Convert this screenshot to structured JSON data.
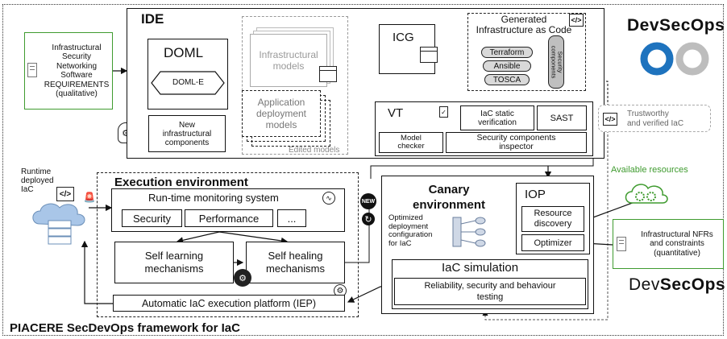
{
  "framework_title": "PIACERE SecDevOps framework for IaC",
  "brand_top": {
    "dev": "Dev",
    "sec": "Sec",
    "ops": "Ops"
  },
  "brand_bottom": {
    "dev": "Dev",
    "sec": "Sec",
    "ops": "Ops"
  },
  "requirements_note": "Infrastructural\nSecurity\nNetworking\nSoftware\nREQUIREMENTS\n(qualitative)",
  "ide": {
    "title": "IDE",
    "doml_title": "DOML",
    "doml_e": "DOML-E",
    "new_components": "New\ninfrastructural\ncomponents",
    "infra_models": "Infrastructural\nmodels",
    "app_models": "Application\ndeployment\nmodels",
    "edited_models": "Edited models",
    "icg": "ICG",
    "generated_title": "Generated\nInfrastructure as Code",
    "terraform": "Terraform",
    "ansible": "Ansible",
    "tosca": "TOSCA",
    "security_components": "Security\ncomponents",
    "vt_title": "VT",
    "iac_static": "IaC static\nverification",
    "sast": "SAST",
    "model_checker": "Model\nchecker",
    "security_inspector": "Security components\ninspector"
  },
  "trustworthy": "Trustworthy\nand verified IaC",
  "runtime_iac": "Runtime\ndeployed\nIaC",
  "execution": {
    "title": "Execution environment",
    "monitoring_title": "Run-time monitoring system",
    "security": "Security",
    "performance": "Performance",
    "ellipsis": "...",
    "self_learning": "Self learning\nmechanisms",
    "self_healing": "Self healing\nmechanisms",
    "iep": "Automatic IaC execution platform (IEP)"
  },
  "new_badge": "NEW",
  "canary": {
    "title": "Canary\nenvironment",
    "optimized": "Optimized\ndeployment\nconfiguration\nfor IaC",
    "iop": "IOP",
    "resource_discovery": "Resource\ndiscovery",
    "optimizer": "Optimizer",
    "iac_simulation": "IaC simulation",
    "testing": "Reliability, security and behaviour\ntesting"
  },
  "available_resources": "Available resources",
  "nfrs_note": "Infrastructural NFRs\nand constraints\n(quantitative)",
  "colors": {
    "green": "#3f9b2f",
    "brand_blue": "#1e73be",
    "loop_grey": "#bdbdbd",
    "dark": "#111111"
  }
}
